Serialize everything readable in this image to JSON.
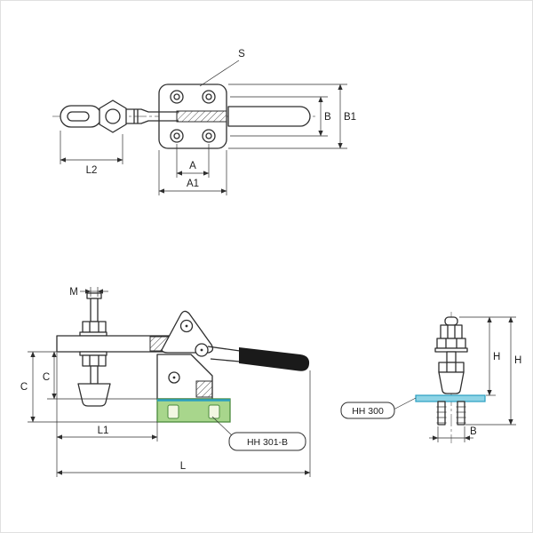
{
  "diagram": {
    "type": "technical-drawing",
    "subject": "toggle-clamp three-view dimension drawing",
    "labels": {
      "s": "S",
      "b_plate": "B",
      "b1_plate": "B1",
      "l2": "L2",
      "a": "A",
      "a1": "A1",
      "m": "M",
      "c_outer": "C",
      "c_inner": "C",
      "l1": "L1",
      "l": "L",
      "h_inner": "H",
      "h_outer": "H",
      "b_bolt": "B",
      "model_side": "HH 301-B",
      "model_front": "HH 300"
    },
    "colors": {
      "line": "#2e2e2e",
      "base_fill": "#a8d68c",
      "base_stroke": "#4a8a3c",
      "flange_fill": "#8ed4e6",
      "flange_stroke": "#2b9fc0",
      "grip_fill": "#1a1a1a"
    }
  }
}
